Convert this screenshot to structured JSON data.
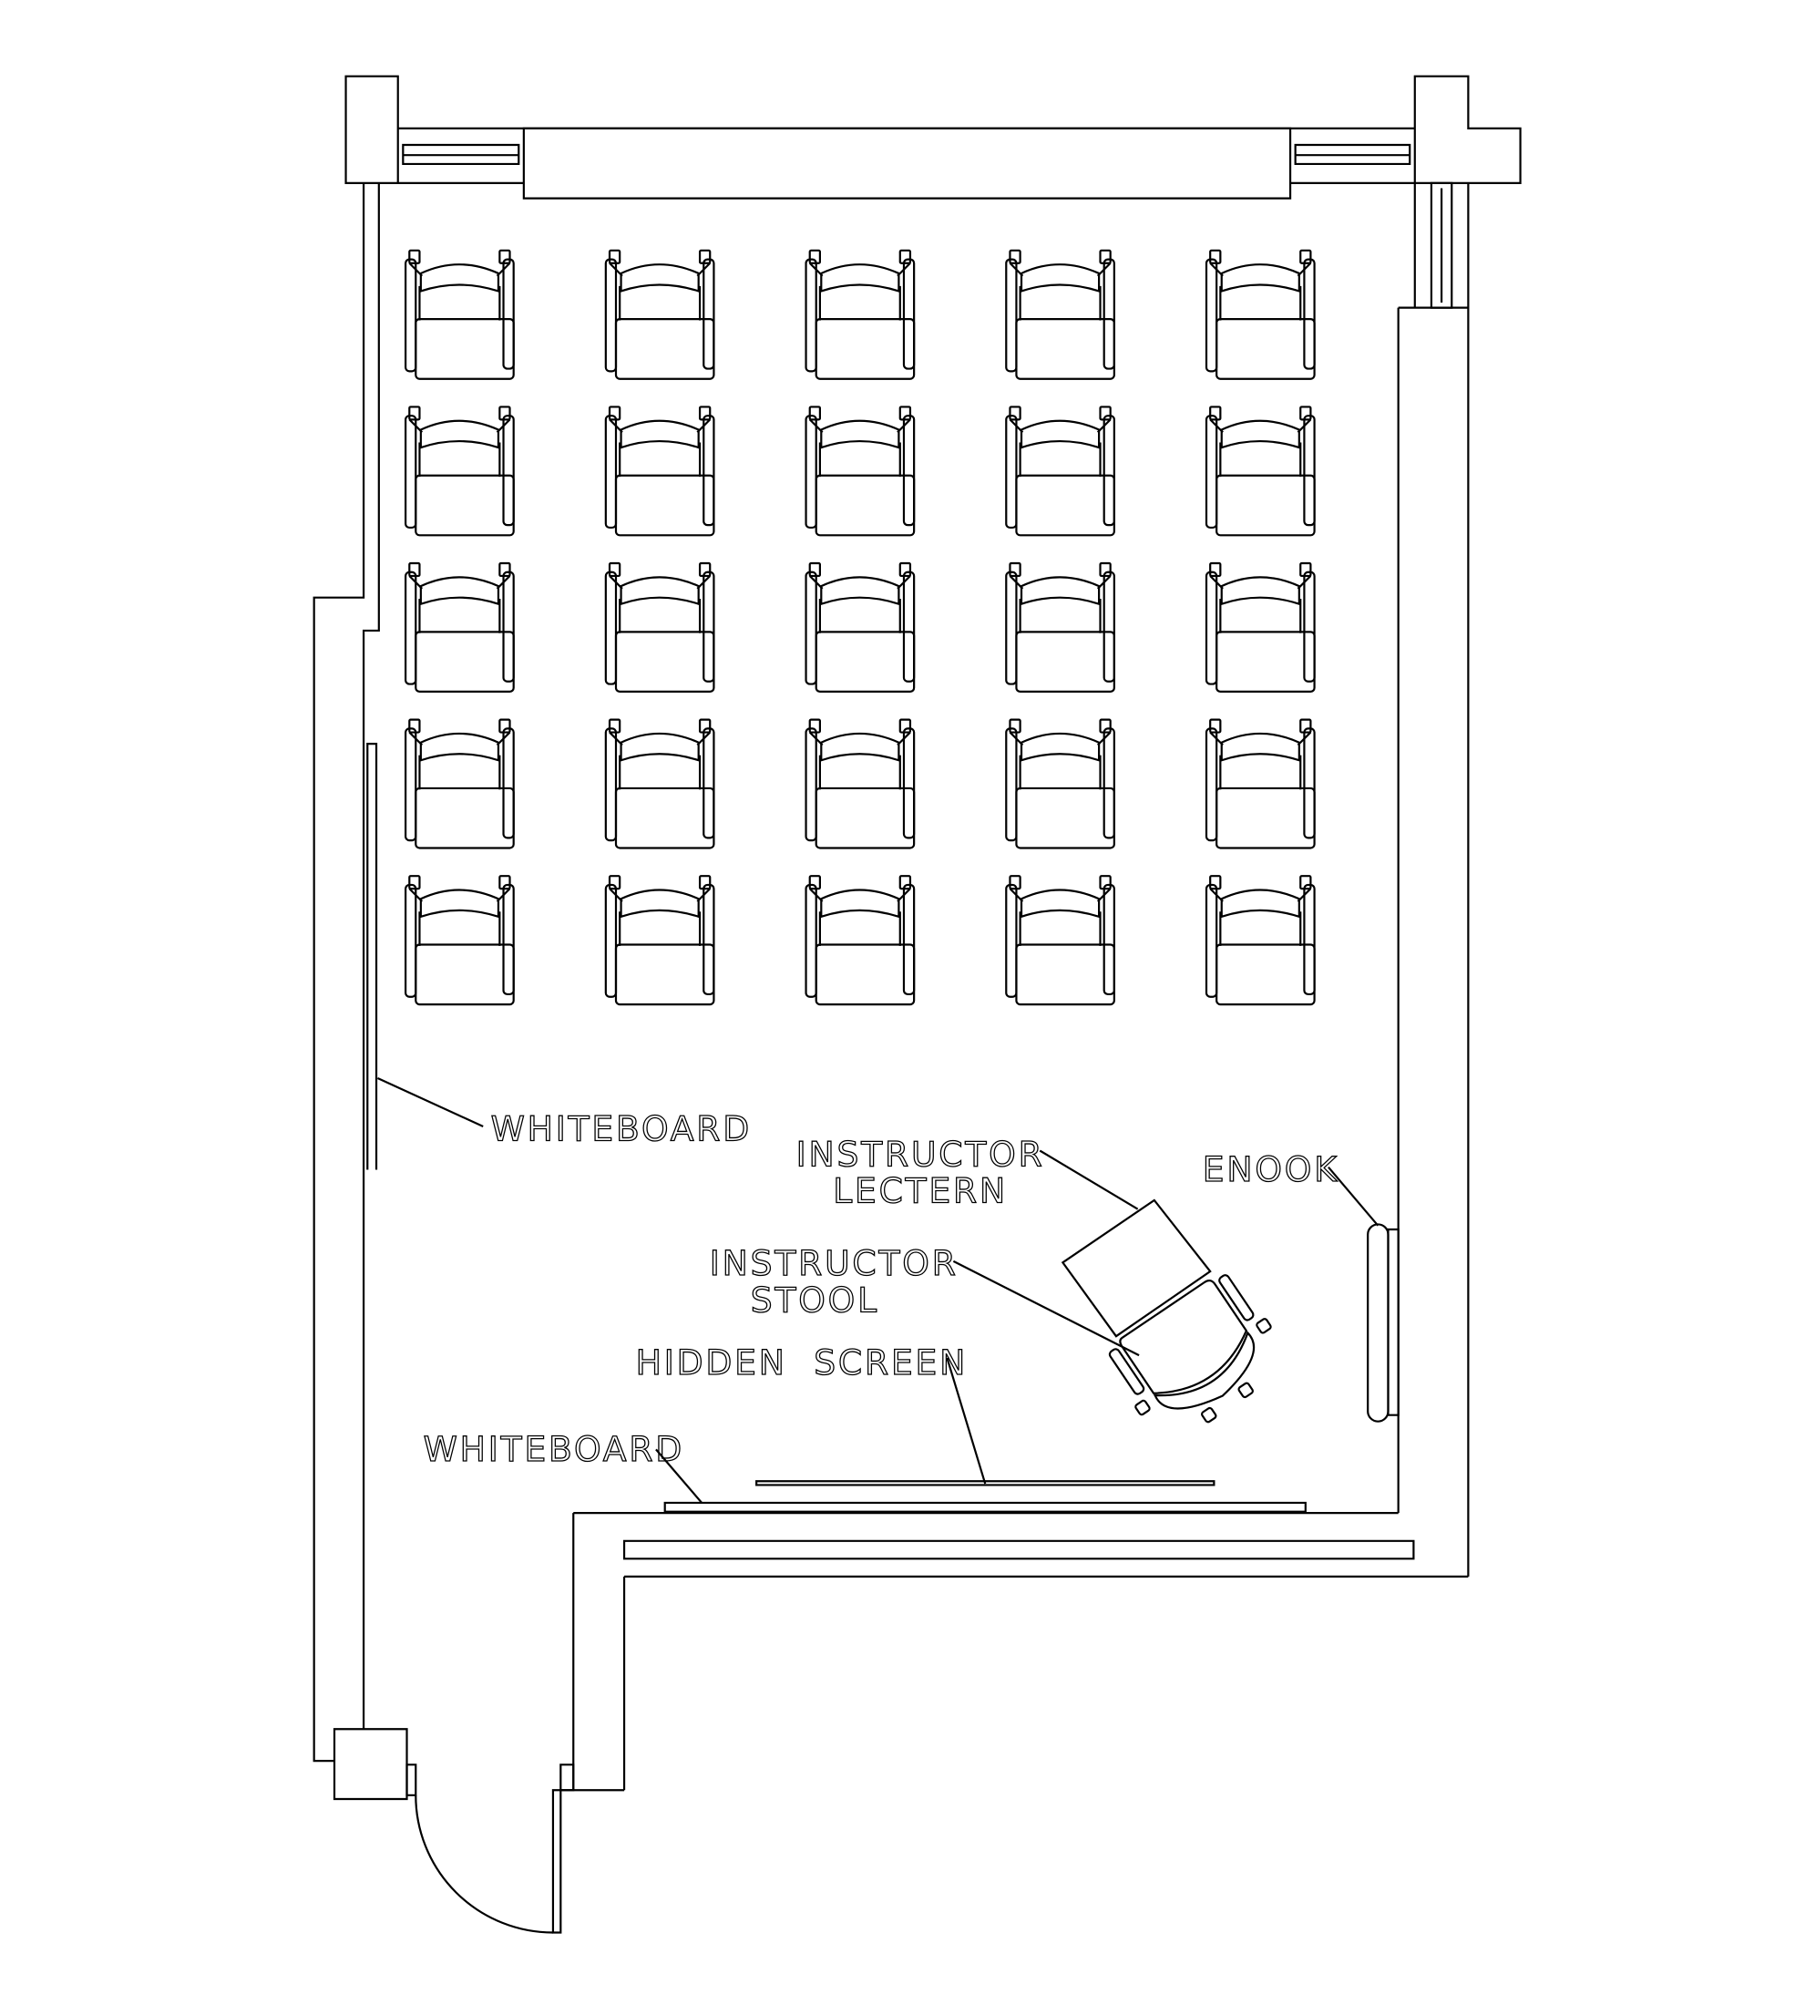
{
  "labels": {
    "whiteboard_left": "WHITEBOARD",
    "lectern_line1": "INSTRUCTOR",
    "lectern_line2": "LECTERN",
    "enook": "ENOOK",
    "stool_line1": "INSTRUCTOR",
    "stool_line2": "STOOL",
    "hidden_screen": "HIDDEN  SCREEN",
    "whiteboard_bottom": "WHITEBOARD"
  },
  "seating": {
    "rows": 5,
    "columns": 5
  },
  "colors": {
    "line": "#000000",
    "background": "#ffffff"
  }
}
